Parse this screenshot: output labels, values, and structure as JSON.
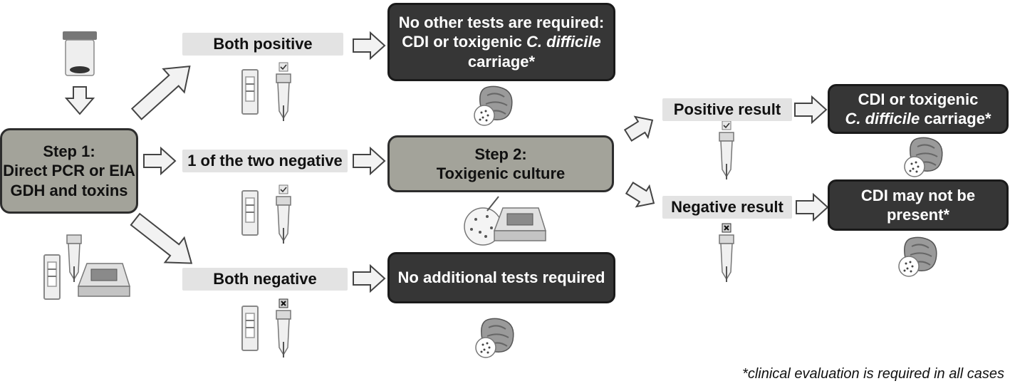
{
  "step1": {
    "lines": [
      "Step 1:",
      "Direct PCR or EIA",
      "GDH and toxins"
    ]
  },
  "step2": {
    "lines": [
      "Step 2:",
      "Toxigenic culture"
    ]
  },
  "labels": {
    "both_positive": "Both positive",
    "one_negative": "1 of the two negative",
    "both_negative": "Both negative",
    "positive_result": "Positive result",
    "negative_result": "Negative result"
  },
  "outcomes": {
    "no_other_tests": {
      "line1": "No other tests are required:",
      "line2_plain": "CDI or toxigenic ",
      "line2_italic": "C. difficile",
      "line3": "carriage*"
    },
    "no_additional": {
      "text": "No additional tests required"
    },
    "cdi_carriage": {
      "line1": "CDI or toxigenic",
      "line2_italic": "C. difficile",
      "line2_plain": " carriage*"
    },
    "cdi_not_present": {
      "line1": "CDI may not be",
      "line2": "present*"
    }
  },
  "footnote": "*clinical evaluation is required in all cases",
  "icons": [
    "stool-sample-jar-icon",
    "test-strip-icon",
    "sample-tube-icon",
    "analyzer-device-icon",
    "culture-plate-icon",
    "intestine-icon",
    "check-mark-icon",
    "cross-mark-icon"
  ],
  "colors": {
    "step_box": "#a3a39a",
    "outcome_box": "#363636",
    "label_bg": "#e3e3e3",
    "arrow_fill": "#f2f2f2",
    "arrow_stroke": "#444444"
  }
}
